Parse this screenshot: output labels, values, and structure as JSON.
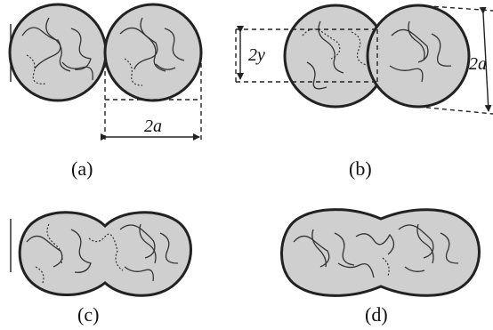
{
  "panels": {
    "a": {
      "label": "(a)",
      "dimension": "2a"
    },
    "b": {
      "label": "(b)",
      "dimension_neck": "2y",
      "dimension_side": "2a"
    },
    "c": {
      "label": "(c)"
    },
    "d": {
      "label": "(d)"
    }
  }
}
